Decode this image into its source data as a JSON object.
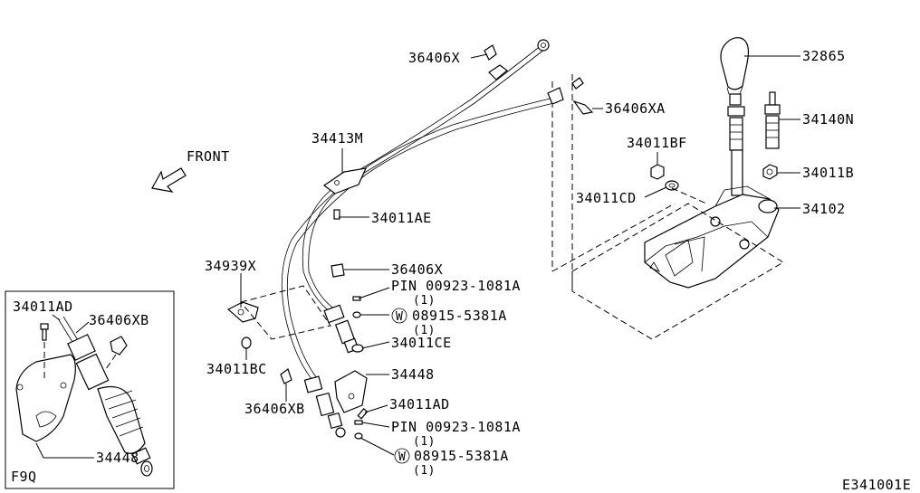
{
  "labels": {
    "p32865": "32865",
    "p34140N": "34140N",
    "p34011B": "34011B",
    "p34102": "34102",
    "p34011BF": "34011BF",
    "p34011CD": "34011CD",
    "p36406X_top": "36406X",
    "p36406XA": "36406XA",
    "p34413M": "34413M",
    "front": "FRONT",
    "p34011AE": "34011AE",
    "p34939X": "34939X",
    "p36406X_mid": "36406X",
    "pin1": "PIN 00923-1081A",
    "pin1_qty": "(1)",
    "washer1": "08915-5381A",
    "washer1_qty": "(1)",
    "p34011CE": "34011CE",
    "p34011BC": "34011BC",
    "p34448": "34448",
    "p36406XB": "36406XB",
    "p34011AD": "34011AD",
    "pin2": "PIN 00923-1081A",
    "pin2_qty": "(1)",
    "washer2": "08915-5381A",
    "washer2_qty": "(1)",
    "washer_symbol": "W",
    "inset_34011AD": "34011AD",
    "inset_36406XB": "36406XB",
    "inset_34448": "34448",
    "inset_code": "F9Q",
    "diagram_code": "E341001E"
  }
}
